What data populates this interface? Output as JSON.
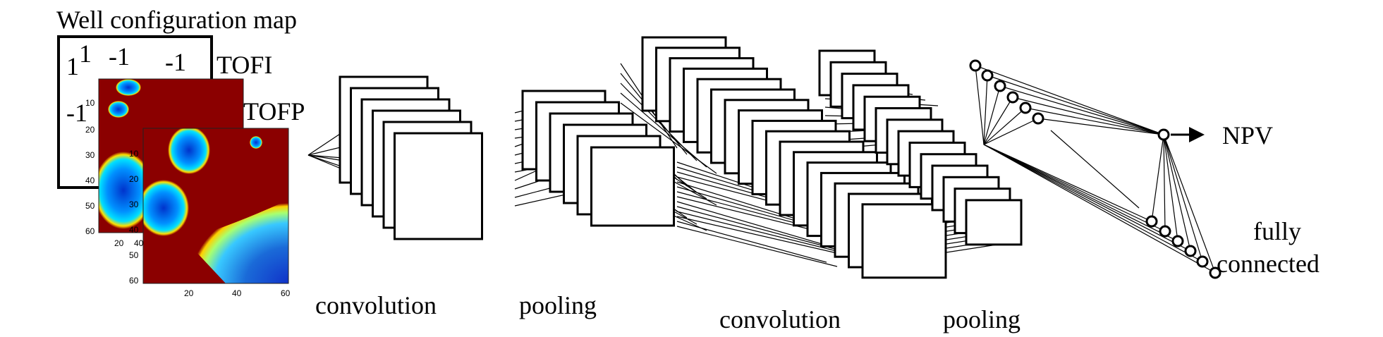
{
  "title": "Well configuration map",
  "well_map": {
    "values": [
      "1",
      "1",
      "-1",
      "-1",
      "-1"
    ]
  },
  "input_labels": {
    "tofi": "TOFI",
    "tofp": "TOFP"
  },
  "map_ticks": {
    "back_y": [
      "10",
      "20",
      "30",
      "40",
      "50",
      "60"
    ],
    "back_x": [
      "20",
      "40"
    ],
    "front_y": [
      "10",
      "20",
      "30",
      "40",
      "50",
      "60"
    ],
    "front_x": [
      "20",
      "40",
      "60"
    ]
  },
  "stage_labels": {
    "conv1": "convolution",
    "pool1": "pooling",
    "conv2": "convolution",
    "pool2": "pooling"
  },
  "output_label": "NPV",
  "fc_label_line1": "fully",
  "fc_label_line2": "connected",
  "colors": {
    "heatmap_high": "#8b0000",
    "heatmap_mid": "#00c8ff",
    "heatmap_low": "#0033cc"
  }
}
